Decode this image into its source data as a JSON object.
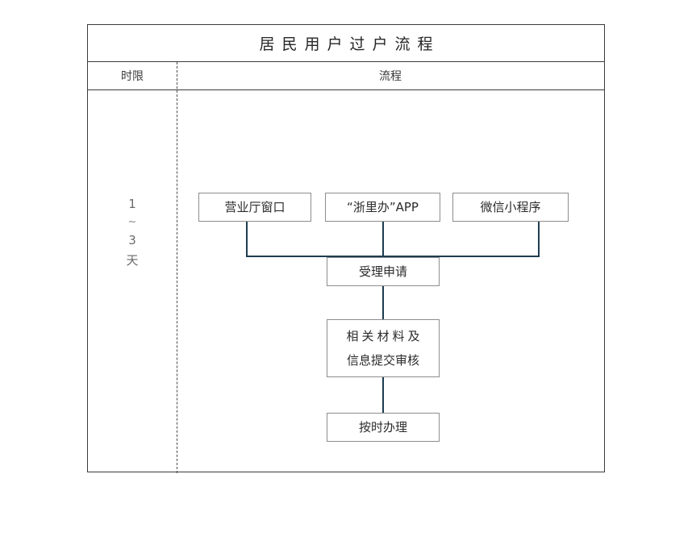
{
  "title": "居民用户过户流程",
  "table": {
    "headers": {
      "time_limit": "时限",
      "flow": "流程"
    },
    "time_limit_value": {
      "from": "1",
      "separator": "~",
      "to": "3",
      "unit": "天"
    }
  },
  "flow": {
    "entry_nodes": [
      {
        "id": "hall",
        "label": "营业厅窗口"
      },
      {
        "id": "app",
        "label": "“浙里办”APP"
      },
      {
        "id": "wechat",
        "label": "微信小程序"
      }
    ],
    "process_nodes": [
      {
        "id": "accept",
        "label": "受理申请"
      },
      {
        "id": "material",
        "line1": "相关材料及",
        "line2": "信息提交审核"
      },
      {
        "id": "ontime",
        "label": "按时办理"
      }
    ]
  },
  "colors": {
    "frame_border": "#3a3a3a",
    "node_border": "#8d8d8d",
    "connector": "#1d3c50",
    "divider": "#4a4a4a",
    "text": "#2b2b2b",
    "muted_text": "#6a6a6a",
    "background": "#ffffff"
  }
}
